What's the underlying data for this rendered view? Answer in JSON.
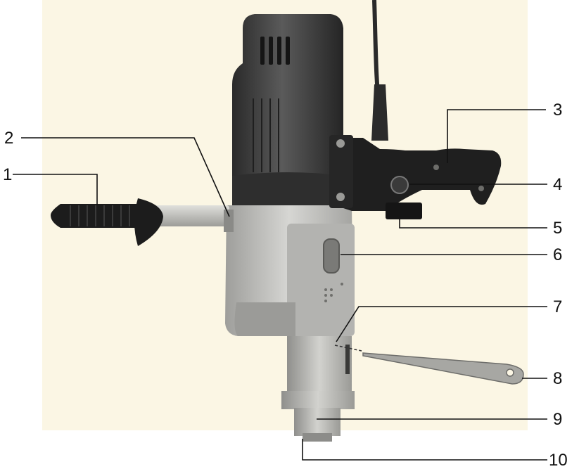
{
  "callouts": [
    {
      "id": "1",
      "text": "1"
    },
    {
      "id": "2",
      "text": "2"
    },
    {
      "id": "3",
      "text": "3"
    },
    {
      "id": "4",
      "text": "4"
    },
    {
      "id": "5",
      "text": "5"
    },
    {
      "id": "6",
      "text": "6"
    },
    {
      "id": "7",
      "text": "7"
    },
    {
      "id": "8",
      "text": "8"
    },
    {
      "id": "9",
      "text": "9"
    },
    {
      "id": "10",
      "text": "10"
    }
  ],
  "colors": {
    "background_panel": "#fbf6e4",
    "housing_light": "#c9c9c6",
    "housing_mid": "#a9a9a6",
    "motor_dark": "#3b3b3b",
    "handle_black": "#1c1c1c",
    "steel": "#b8b8b4"
  }
}
